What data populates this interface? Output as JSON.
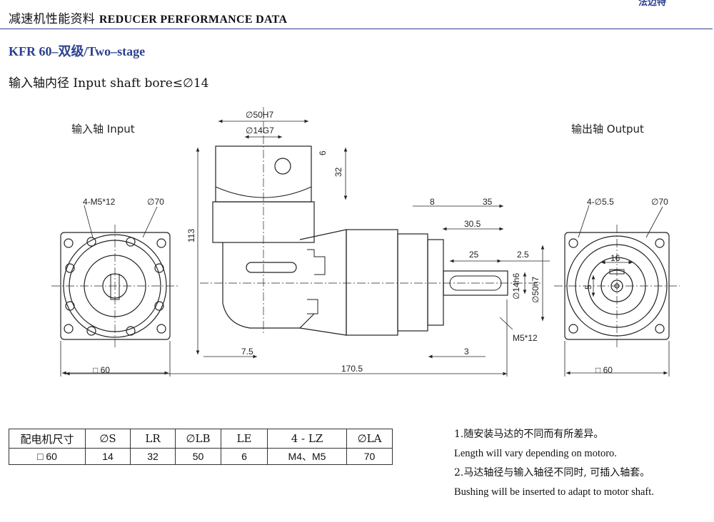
{
  "header": {
    "title_cn": "减速机性能资料",
    "title_en": "REDUCER PERFORMANCE DATA",
    "brand": "法迈特"
  },
  "model": {
    "title": "KFR 60–双级/Two–stage"
  },
  "bore_note": "输入轴内径 Input shaft bore≤∅14",
  "drawing": {
    "input_label": "输入轴  Input",
    "output_label": "输出轴  Output",
    "input_view": {
      "bolt": "4-M5*12",
      "dia": "∅70",
      "square": "□ 60"
    },
    "output_view": {
      "bolt": "4-∅5.5",
      "dia": "∅70",
      "square": "□ 60",
      "key_width": "16",
      "key_height": "5"
    },
    "side_view": {
      "d50h7": "∅50H7",
      "d14g7": "∅14G7",
      "d6": "6",
      "d32": "32",
      "d113": "113",
      "d8": "8",
      "d35": "35",
      "d30_5": "30.5",
      "d25": "25",
      "d2_5": "2.5",
      "d14h6": "∅14h6",
      "d50h7_out": "∅50h7",
      "m5": "M5*12",
      "d7_5": "7.5",
      "d3": "3",
      "d170_5": "170.5"
    }
  },
  "table": {
    "headers": [
      "配电机尺寸",
      "∅S",
      "LR",
      "∅LB",
      "LE",
      "4 - LZ",
      "∅LA"
    ],
    "row": [
      "□ 60",
      "14",
      "32",
      "50",
      "6",
      "M4、M5",
      "70"
    ]
  },
  "notes": [
    "1.随安装马达的不同而有所差异。",
    "Length will vary depending on motoro.",
    "2.马达轴径与输入轴径不同时, 可插入轴套。",
    "Bushing will be inserted to adapt to motor shaft."
  ]
}
